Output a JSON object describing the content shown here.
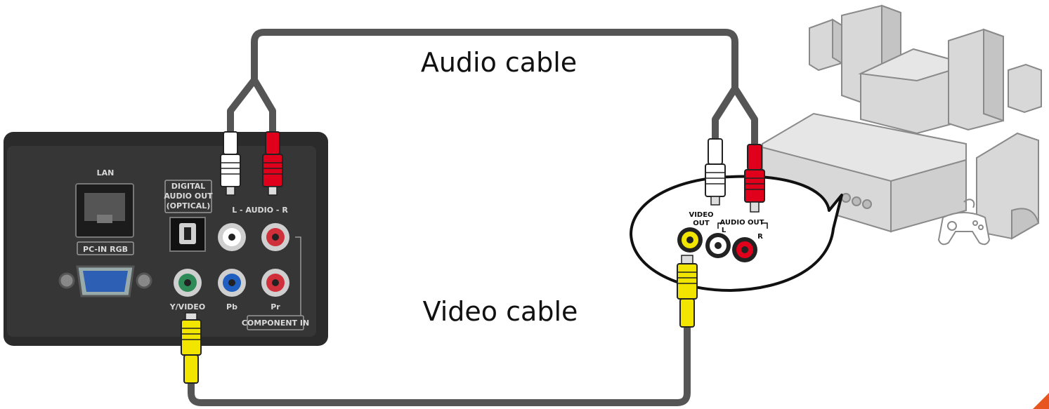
{
  "labels": {
    "audio_cable": "Audio cable",
    "video_cable": "Video cable"
  },
  "tv_panel": {
    "lan": "LAN",
    "digital_line1": "DIGITAL",
    "digital_line2": "AUDIO OUT",
    "digital_line3": "(OPTICAL)",
    "audio_lr": "L - AUDIO - R",
    "pc_in": "PC-IN RGB",
    "y_video": "Y/VIDEO",
    "pb": "Pb",
    "pr": "Pr",
    "component_in": "COMPONENT IN"
  },
  "device_callout": {
    "video_out_line1": "VIDEO",
    "video_out_line2": "OUT",
    "audio_out": "AUDIO OUT",
    "l": "L",
    "r": "R"
  },
  "colors": {
    "panel": "#2e2e2e",
    "cable": "#555555",
    "plug_white": "#ffffff",
    "plug_red": "#e0001b",
    "plug_yellow": "#f2e600",
    "jack_green": "#2e8b57",
    "jack_blue": "#1f5fbf",
    "accent_orange": "#e8541e"
  }
}
